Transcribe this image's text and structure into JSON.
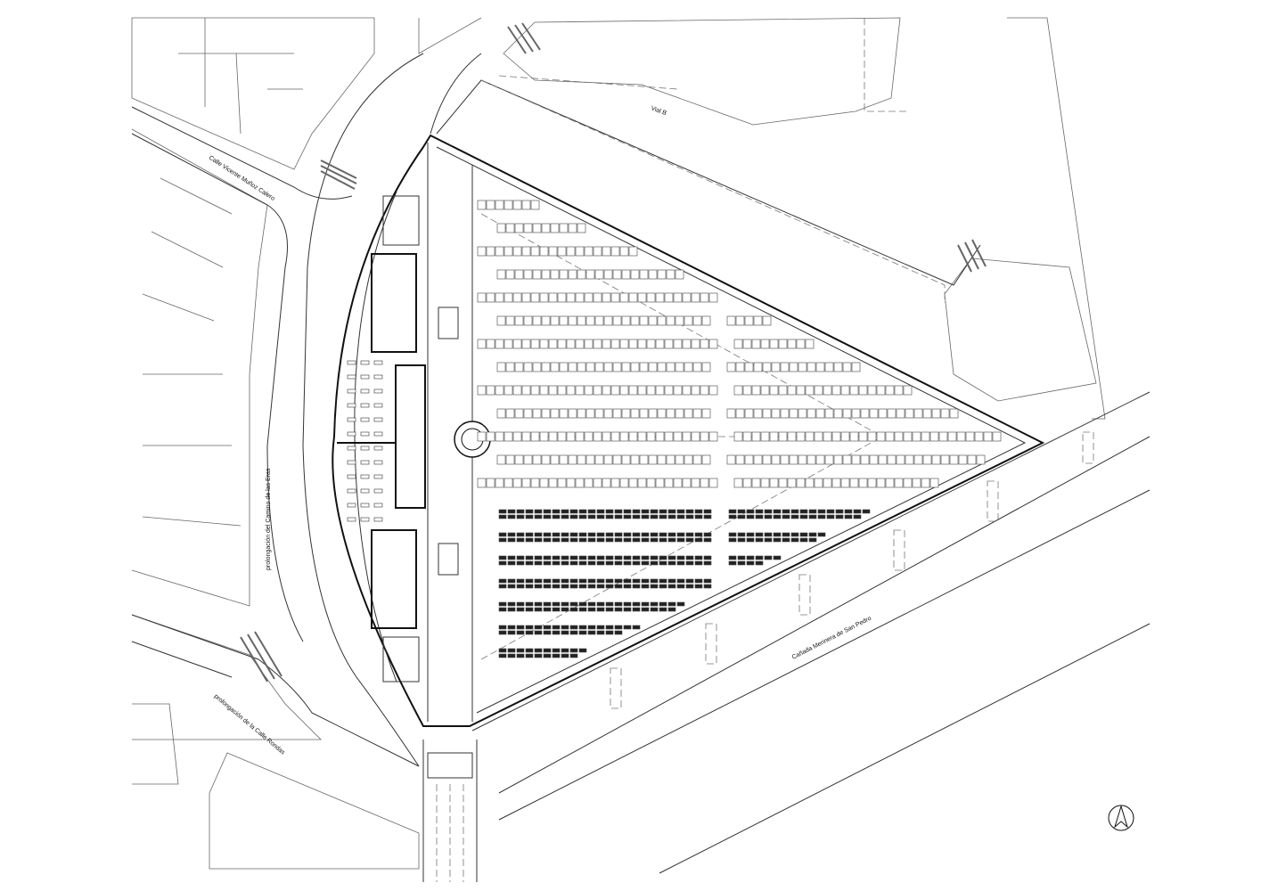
{
  "streets": {
    "vial_b": "Vial B",
    "vicente": "Calle Vicente Muñoz Calero",
    "camino_eras": "prolongación del Camino de las Eras",
    "calle_rondas": "prolongación de la Calle Rondas",
    "canada": "Cañada Merinera de San Pedro"
  },
  "north_arrow": "north-arrow-icon"
}
